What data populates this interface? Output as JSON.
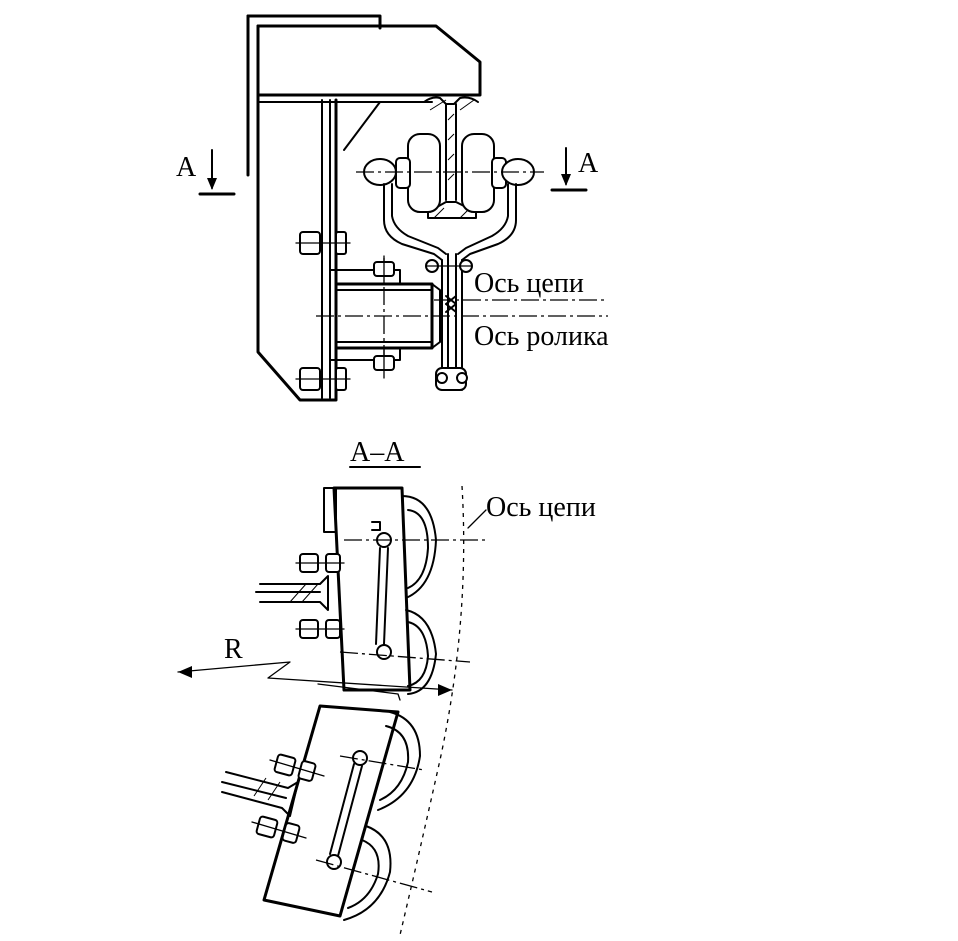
{
  "labels": {
    "section_marker_left": "A",
    "section_marker_right": "A",
    "chain_axis_top": "Ось цепи",
    "roller_axis": "Ось ролика",
    "section_title": "A–A",
    "chain_axis_bottom": "Ось цепи",
    "radius": "R"
  },
  "colors": {
    "line": "#000000",
    "background": "#ffffff"
  }
}
